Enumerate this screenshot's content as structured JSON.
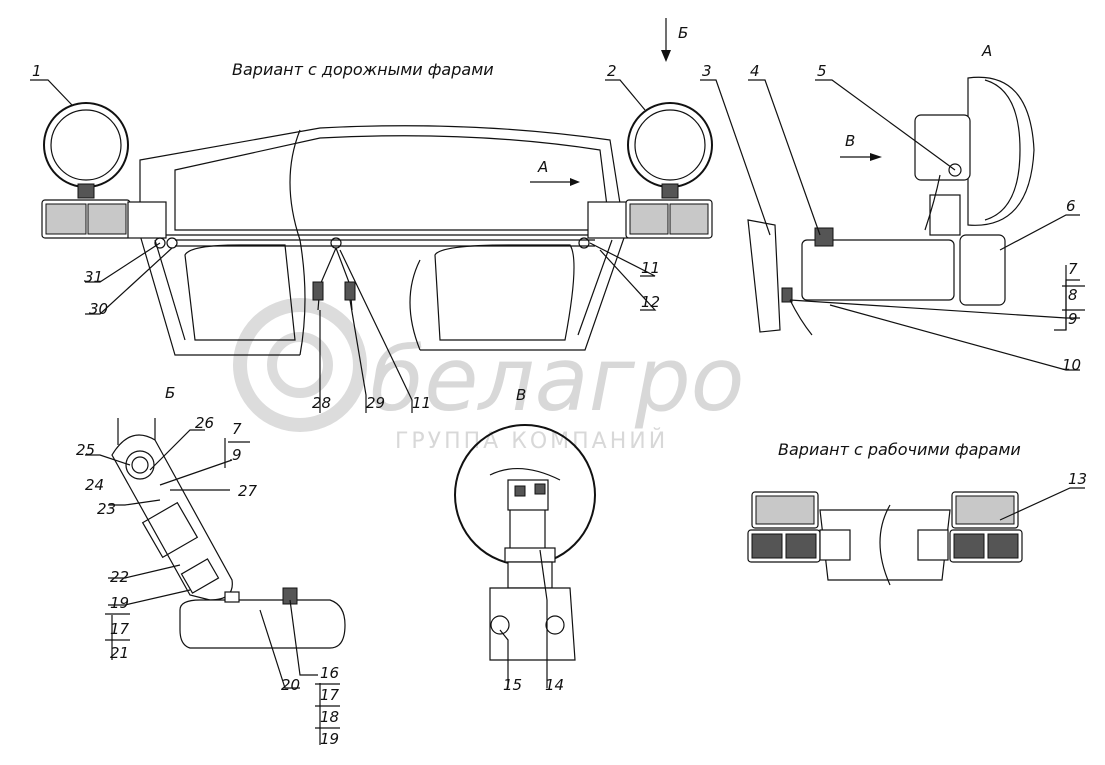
{
  "titles": {
    "variant_road": "Вариант с дорожными фарами",
    "variant_work": "Вариант с рабочими фарами"
  },
  "view_letters": {
    "A_top": "А",
    "A_arrow": "А",
    "B_top": "Б",
    "B_view": "Б",
    "V_arrow": "В",
    "V_view": "В"
  },
  "watermark": {
    "brand": "белагро",
    "tagline": "ГРУППА КОМПАНИЙ"
  },
  "callouts": {
    "n1": "1",
    "n2": "2",
    "n3": "3",
    "n4": "4",
    "n5": "5",
    "n6": "6",
    "n7a": "7",
    "n8": "8",
    "n9a": "9",
    "n10": "10",
    "n11a": "11",
    "n12": "12",
    "n13": "13",
    "n11b": "11",
    "n28": "28",
    "n29": "29",
    "n30": "30",
    "n31": "31",
    "n25": "25",
    "n26": "26",
    "n7b": "7",
    "n9b": "9",
    "n24": "24",
    "n27": "27",
    "n23": "23",
    "n22": "22",
    "n19a": "19",
    "n17a": "17",
    "n21": "21",
    "n20": "20",
    "n16": "16",
    "n17b": "17",
    "n18": "18",
    "n19b": "19",
    "n15": "15",
    "n14": "14"
  },
  "icons": [
    "arrow-down-icon",
    "arrow-right-icon"
  ]
}
